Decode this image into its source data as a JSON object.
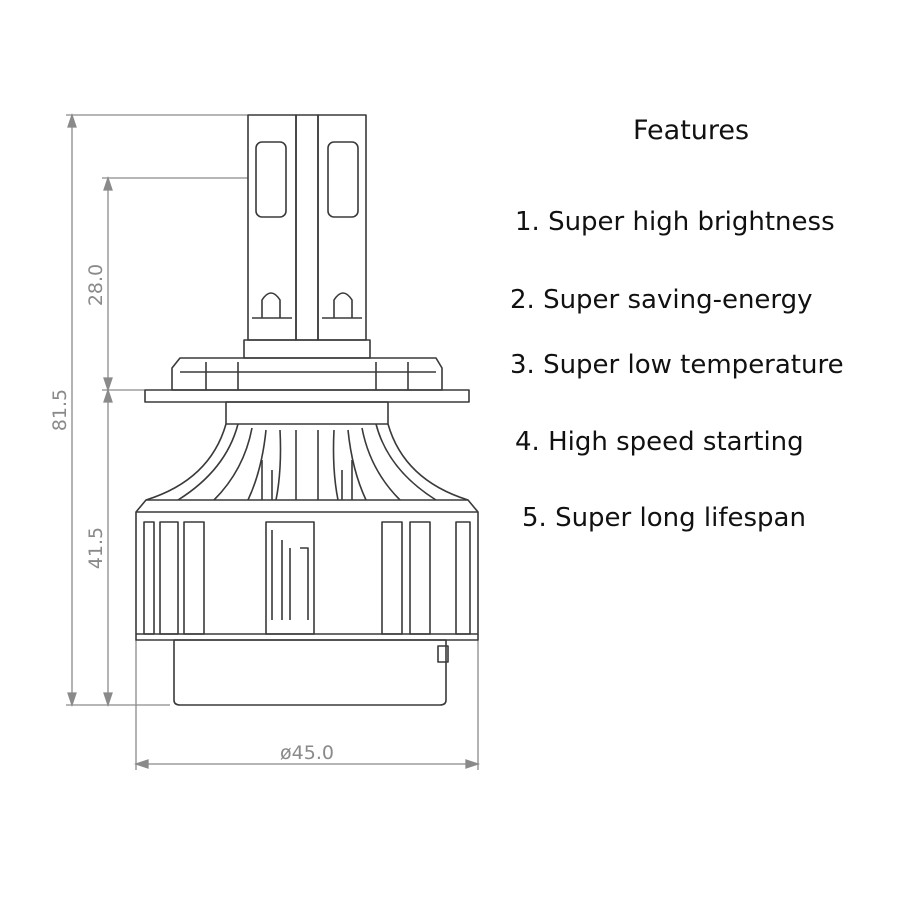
{
  "dimensions": {
    "total_height": "81.5",
    "upper_height": "28.0",
    "lower_height": "41.5",
    "diameter": "ø45.0"
  },
  "features": {
    "title": "Features",
    "items": [
      "1. Super high brightness",
      "2. Super saving-energy",
      "3. Super low temperature",
      "4. High speed starting",
      "5. Super long lifespan"
    ]
  },
  "colors": {
    "line": "#3a3a3a",
    "dimension": "#8a8a8a"
  }
}
